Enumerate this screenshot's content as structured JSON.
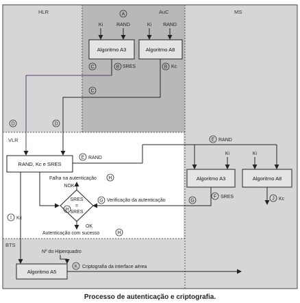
{
  "regions": {
    "hlr": "HLR",
    "auc": "AuC",
    "ms": "MS",
    "vlr": "VLR",
    "bts": "BTS"
  },
  "boxes": {
    "algoritmo_a3_auc": "Algoritmo A3",
    "algoritmo_a8_auc": "Algoritmo A8",
    "rand_kc_sres": "RAND, Kc e SRES",
    "algoritmo_a3_ms": "Algoritmo A3",
    "algoritmo_a8_ms": "Algoritmo A8",
    "algoritmo_a5": "Algoritmo A5"
  },
  "inputs": {
    "ki": "Ki",
    "rand": "RAND"
  },
  "decision": {
    "line1": "SRES",
    "line2": "=",
    "line3": "SRES",
    "nok": "NOK",
    "ok": "OK"
  },
  "labels": {
    "a": "A",
    "b_sres": "SRES",
    "b_kc": "Kc",
    "c": "C",
    "d": "D",
    "e_rand": "RAND",
    "falha": "Falha na autenticação",
    "verificacao": "Verificação da autenticação",
    "autenticacao_sucesso": "Autenticação com sucesso",
    "i_kc": "Kc",
    "f_sres": "SRES",
    "j_kc": "Kc",
    "hiperquadro": "Nº do Hiperquadro",
    "criptografia": "Criptografia da interface aérea"
  },
  "letters": {
    "a": "A",
    "b": "B",
    "c": "C",
    "d": "D",
    "e": "E",
    "f": "F",
    "g": "G",
    "h": "H",
    "i": "I",
    "j": "J",
    "k": "K"
  },
  "caption": "Processo de autenticação e criptografia."
}
